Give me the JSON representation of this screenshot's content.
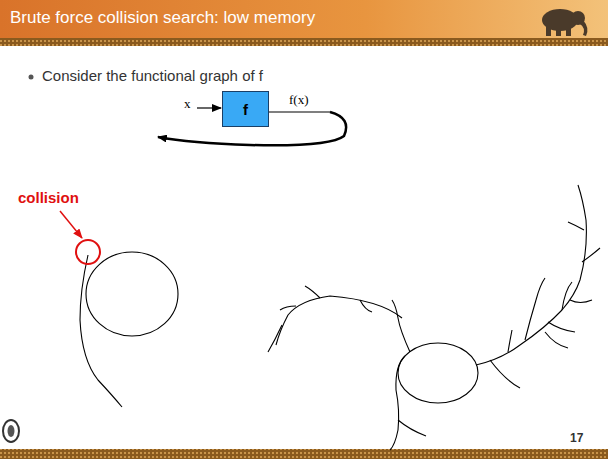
{
  "diagram": {
    "title": "Brute force collision search: low memory",
    "nodes": [
      {
        "text": [
          "f"
        ]
      }
    ],
    "labels": [
      "Consider the functional graph of f",
      "x",
      "f(x)",
      "collision",
      "17"
    ]
  }
}
